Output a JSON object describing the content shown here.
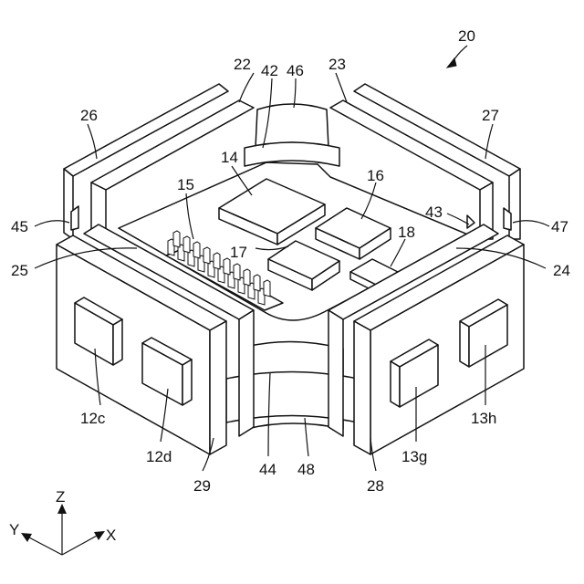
{
  "figure": {
    "ref_main": "20",
    "labels": {
      "l22": "22",
      "l42": "42",
      "l46": "46",
      "l23": "23",
      "l26": "26",
      "l27": "27",
      "l14": "14",
      "l16": "16",
      "l15": "15",
      "l43": "43",
      "l45": "45",
      "l47": "47",
      "l18": "18",
      "l17": "17",
      "l25": "25",
      "l24": "24",
      "l12c": "12c",
      "l12d": "12d",
      "l29": "29",
      "l44": "44",
      "l48": "48",
      "l28": "28",
      "l13g": "13g",
      "l13h": "13h"
    },
    "axes": {
      "z": "Z",
      "y": "Y",
      "x": "X"
    }
  }
}
